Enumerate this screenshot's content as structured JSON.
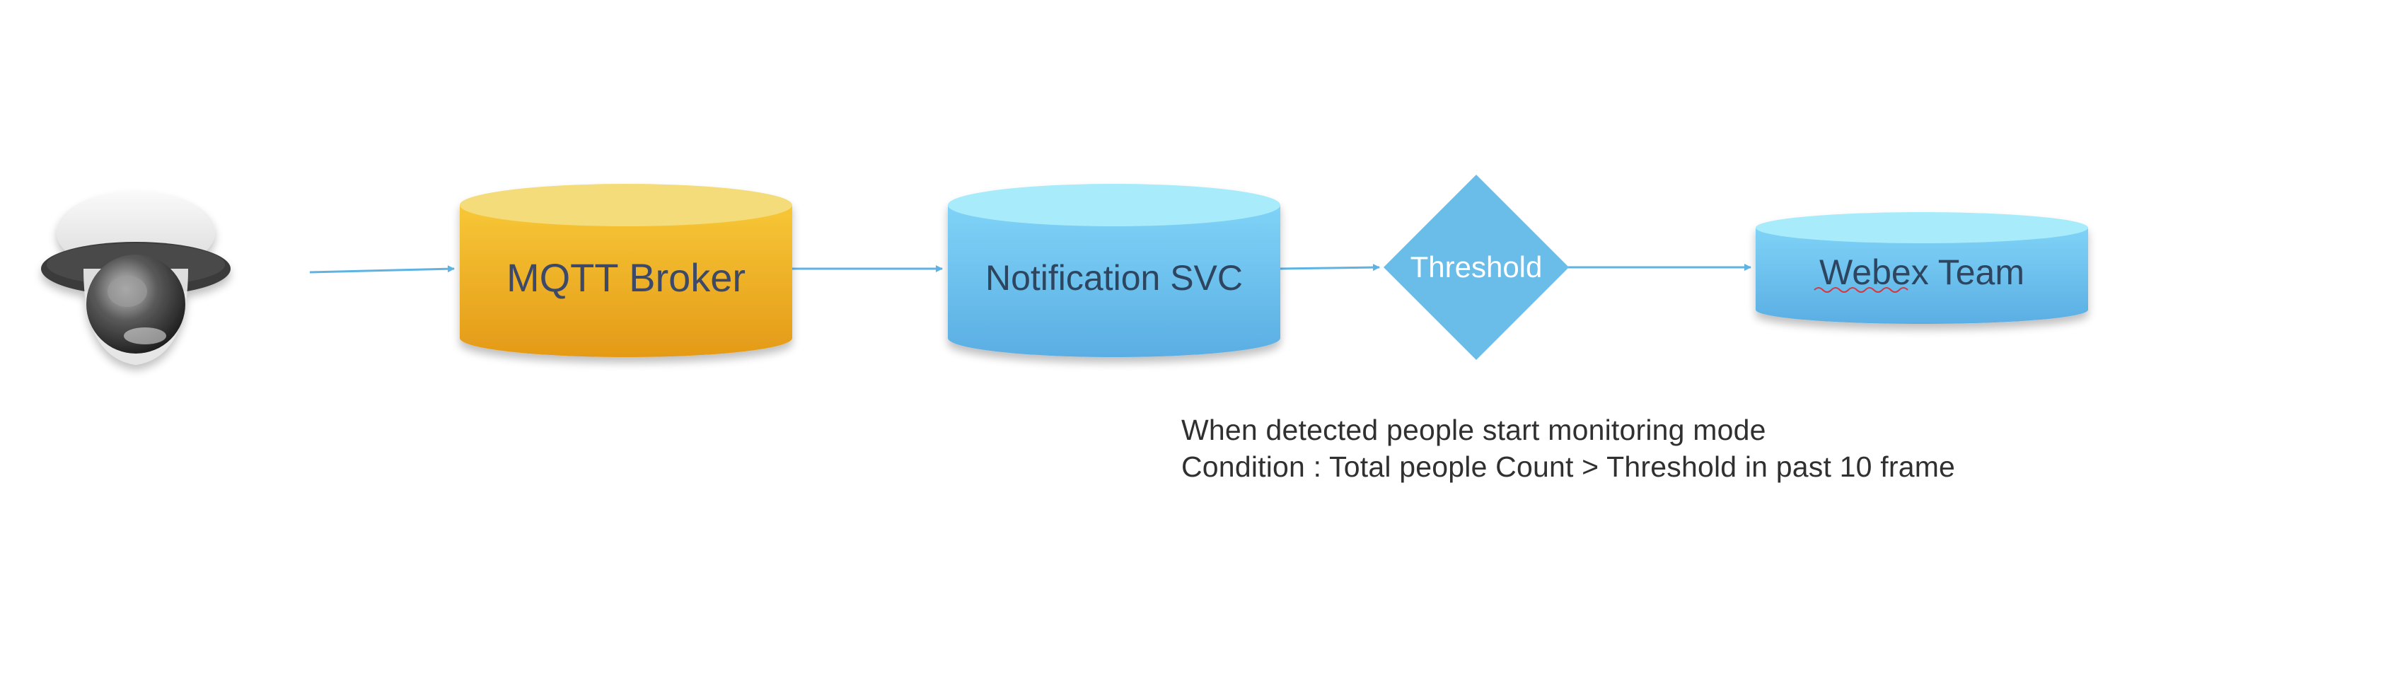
{
  "diagram": {
    "nodes": {
      "camera": {
        "icon": "security-camera-icon"
      },
      "mqtt": {
        "label": "MQTT Broker",
        "color_top": "#f5dc7a",
        "color_side": "#f0ad1e"
      },
      "notification": {
        "label": "Notification SVC",
        "color_top": "#a8ecfb",
        "color_side": "#63b9ea"
      },
      "threshold": {
        "label": "Threshold",
        "color": "#6bbde9"
      },
      "webex": {
        "label": "Webex Team",
        "color_top": "#a8ecfb",
        "color_side": "#63b9ea"
      }
    },
    "connector_color": "#5fb3e3",
    "caption": {
      "line1": "When detected people start monitoring mode",
      "line2": "Condition : Total people Count > Threshold in past 10 frame"
    }
  }
}
